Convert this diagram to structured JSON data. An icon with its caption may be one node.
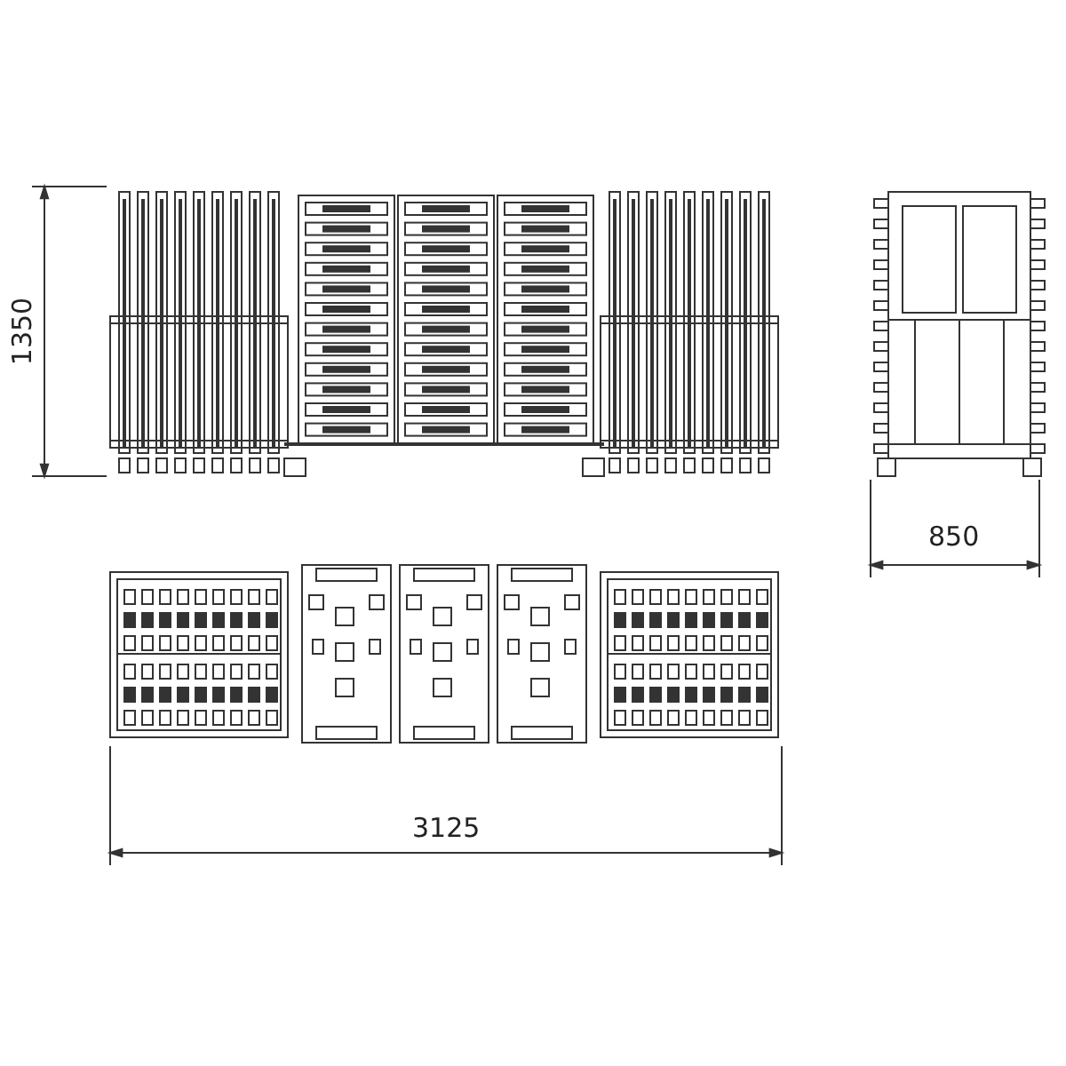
{
  "diagram": {
    "labels": [
      "1350",
      "850",
      "3125"
    ]
  }
}
